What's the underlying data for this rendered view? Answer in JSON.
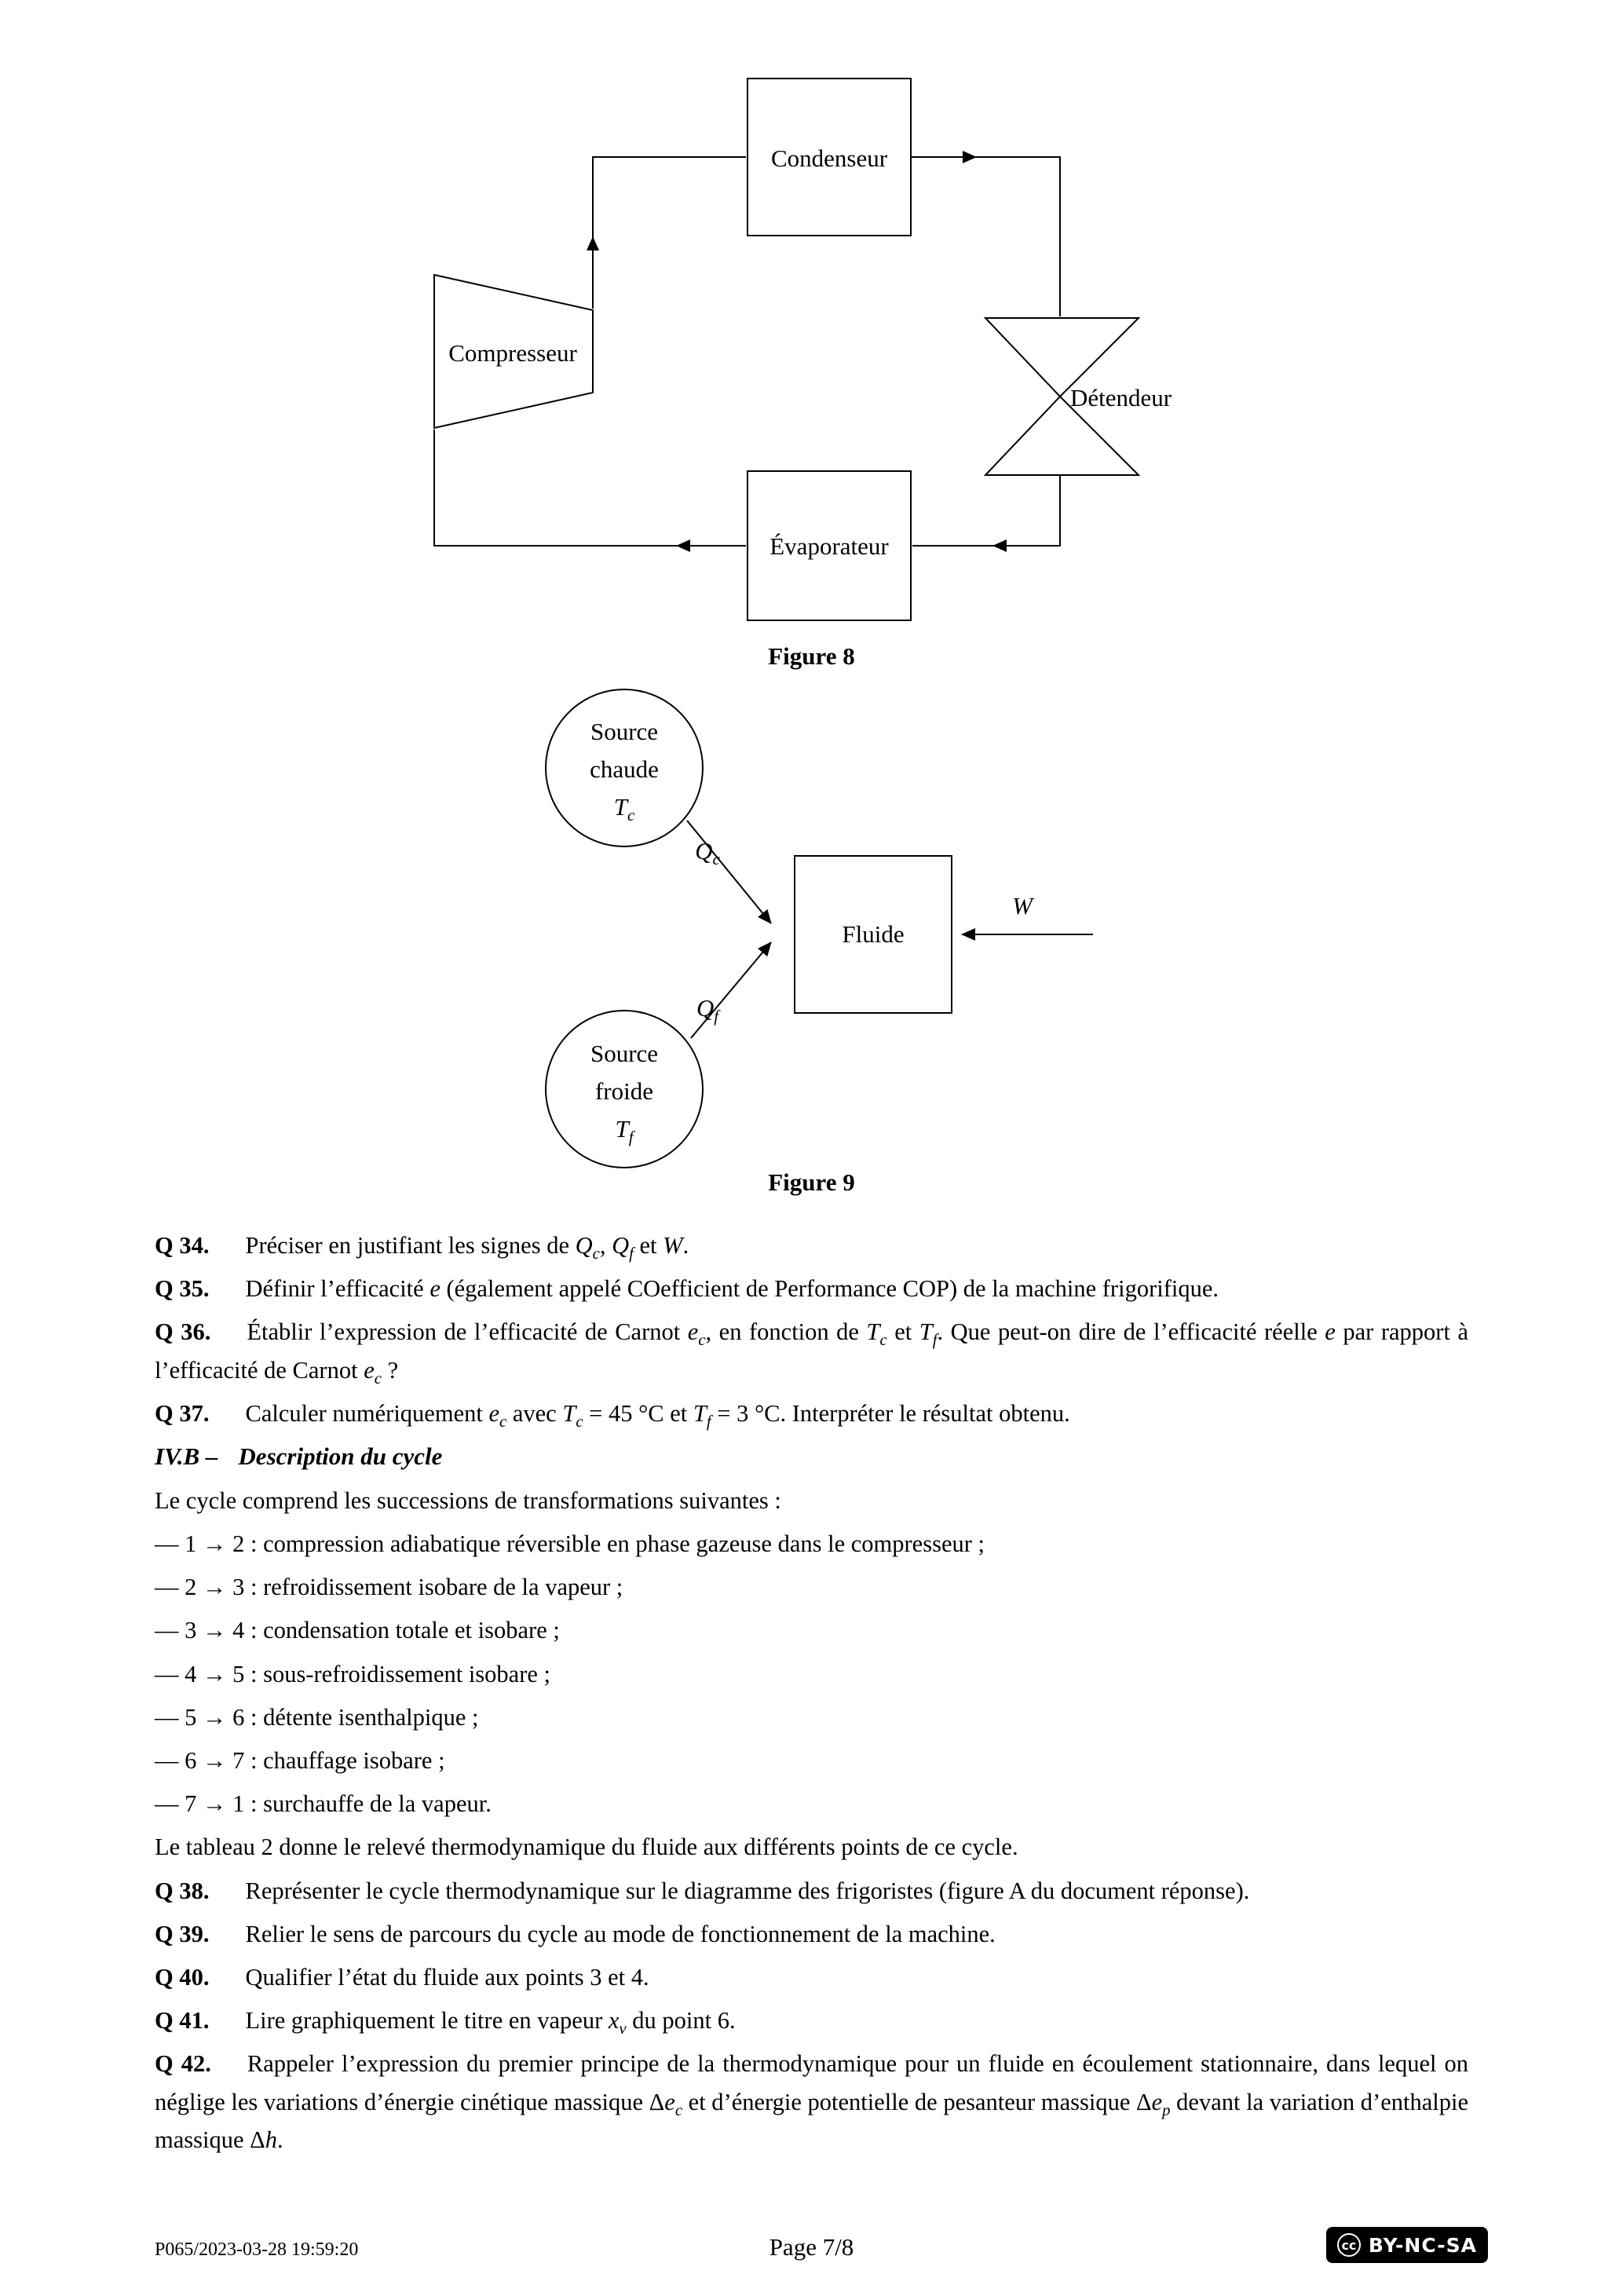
{
  "figure8": {
    "caption": "Figure 8",
    "condenser": "Condenseur",
    "compressor": "Compresseur",
    "expansion_valve": "Détendeur",
    "evaporator": "Évaporateur"
  },
  "figure9": {
    "caption": "Figure 9",
    "hot_source": [
      "Source",
      "chaude",
      "*T~c~*"
    ],
    "cold_source": [
      "Source",
      "froide",
      "*T~f~*"
    ],
    "fluid": "Fluide",
    "heat_hot": "*Q~c~*",
    "heat_cold": "*Q~f~*",
    "work": "*W*"
  },
  "questions_top": [
    {
      "label": "Q 34.",
      "text": "Préciser en justifiant les signes de *Q~c~*, *Q~f~* et *W*."
    },
    {
      "label": "Q 35.",
      "text": "Définir l’efficacité *e* (également appelé COefficient de Performance COP) de la machine frigorifique."
    },
    {
      "label": "Q 36.",
      "text": "Établir l’expression de l’efficacité de Carnot *e~c~*, en fonction de *T~c~* et *T~f~*. Que peut-on dire de l’efficacité réelle *e* par rapport à l’efficacité de Carnot *e~c~* ?"
    },
    {
      "label": "Q 37.",
      "text": "Calculer numériquement *e~c~* avec *T~c~* = 45 °C et *T~f~* = 3 °C. Interpréter le résultat obtenu."
    }
  ],
  "section": {
    "number": "IV.B –",
    "title": "Description du cycle"
  },
  "cycle_intro": "Le cycle comprend les successions de transformations suivantes :",
  "cycle_steps": [
    "— 1 → 2 : compression adiabatique réversible en phase gazeuse dans le compresseur ;",
    "— 2 → 3 : refroidissement isobare de la vapeur ;",
    "— 3 → 4 : condensation totale et isobare ;",
    "— 4 → 5 : sous-refroidissement isobare ;",
    "— 5 → 6 : détente isenthalpique ;",
    "— 6 → 7 : chauffage isobare ;",
    "— 7 → 1 : surchauffe de la vapeur."
  ],
  "table_note": "Le tableau 2 donne le relevé thermodynamique du fluide aux différents points de ce cycle.",
  "questions_bottom": [
    {
      "label": "Q 38.",
      "text": "Représenter le cycle thermodynamique sur le diagramme des frigoristes (figure A du document réponse)."
    },
    {
      "label": "Q 39.",
      "text": "Relier le sens de parcours du cycle au mode de fonctionnement de la machine."
    },
    {
      "label": "Q 40.",
      "text": "Qualifier l’état du fluide aux points 3 et 4."
    },
    {
      "label": "Q 41.",
      "text": "Lire graphiquement le titre en vapeur *x~v~* du point 6."
    },
    {
      "label": "Q 42.",
      "text": "Rappeler l’expression du premier principe de la thermodynamique pour un fluide en écoulement stationnaire, dans lequel on néglige les variations d’énergie cinétique massique Δ*e~c~* et d’énergie potentielle de pesanteur massique Δ*e~p~* devant la variation d’enthalpie massique Δ*h*."
    }
  ],
  "footer": {
    "stamp": "P065/2023-03-28 19:59:20",
    "page_label": "Page 7/8",
    "cc_logo": "cc",
    "license": "BY-NC-SA"
  }
}
